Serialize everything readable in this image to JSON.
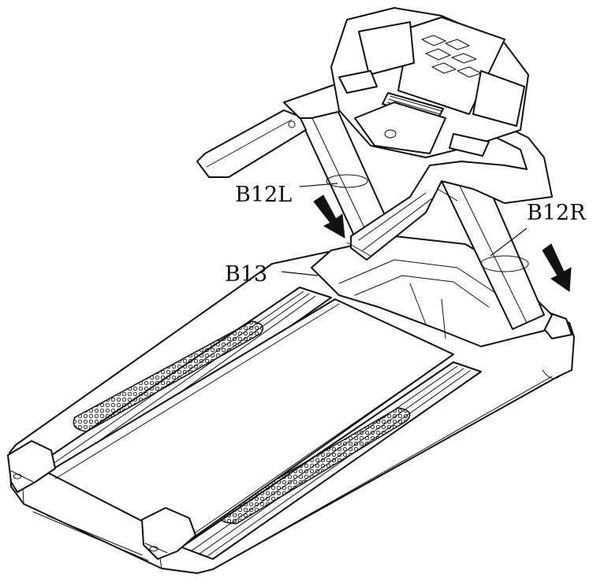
{
  "labels": {
    "b12l": "B12L",
    "b12r": "B12R",
    "b13": "B13"
  },
  "colors": {
    "line": "#111111",
    "background": "#ffffff"
  }
}
